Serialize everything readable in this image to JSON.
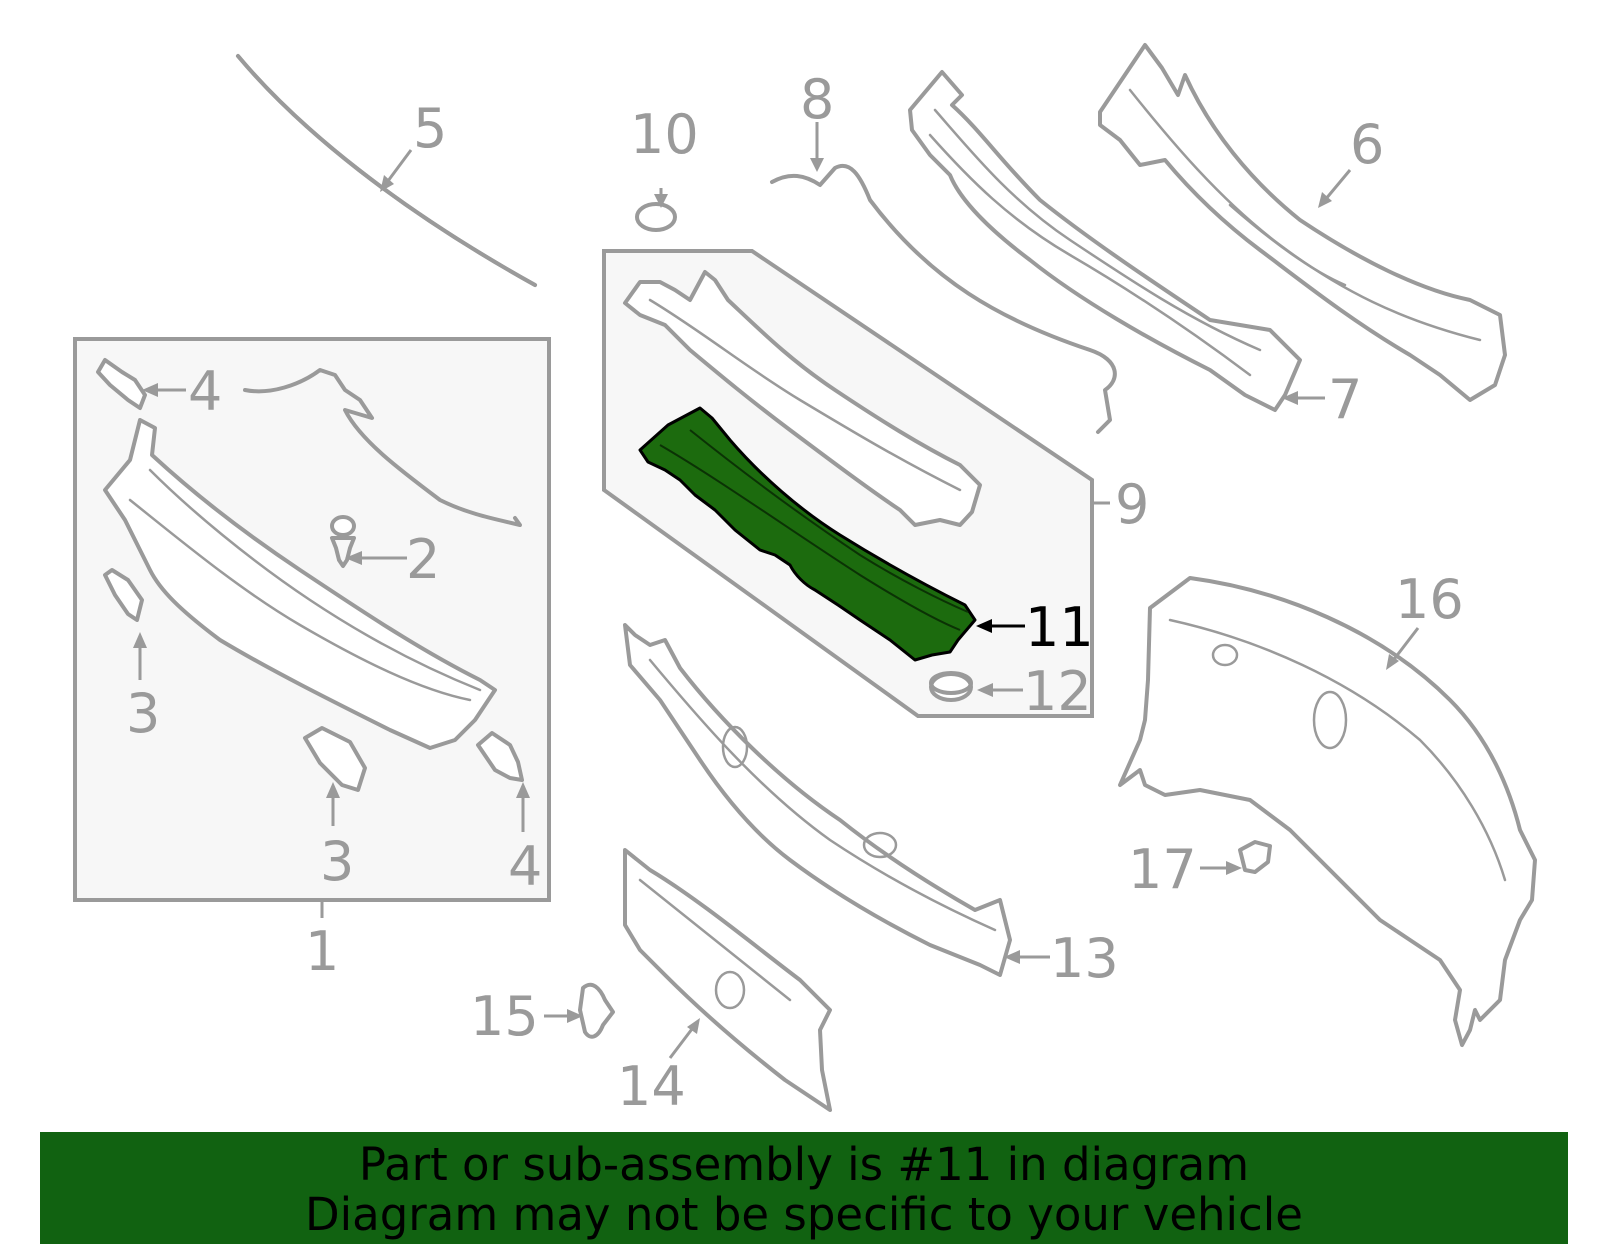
{
  "diagram": {
    "callouts": {
      "c1": "1",
      "c2": "2",
      "c3a": "3",
      "c3b": "3",
      "c4a": "4",
      "c4b": "4",
      "c5": "5",
      "c6": "6",
      "c7": "7",
      "c8": "8",
      "c9": "9",
      "c10": "10",
      "c11": "11",
      "c12": "12",
      "c13": "13",
      "c14": "14",
      "c15": "15",
      "c16": "16",
      "c17": "17"
    },
    "highlighted_part": "11",
    "colors": {
      "part_outline": "#9a9a9a",
      "highlight_fill": "#1c6b0e",
      "banner_background": "#116211",
      "group_box_fill": "#f7f7f7"
    }
  },
  "footer": {
    "line1": "Part or sub-assembly is #11 in diagram",
    "line2": "Diagram may not be specific to your vehicle"
  }
}
